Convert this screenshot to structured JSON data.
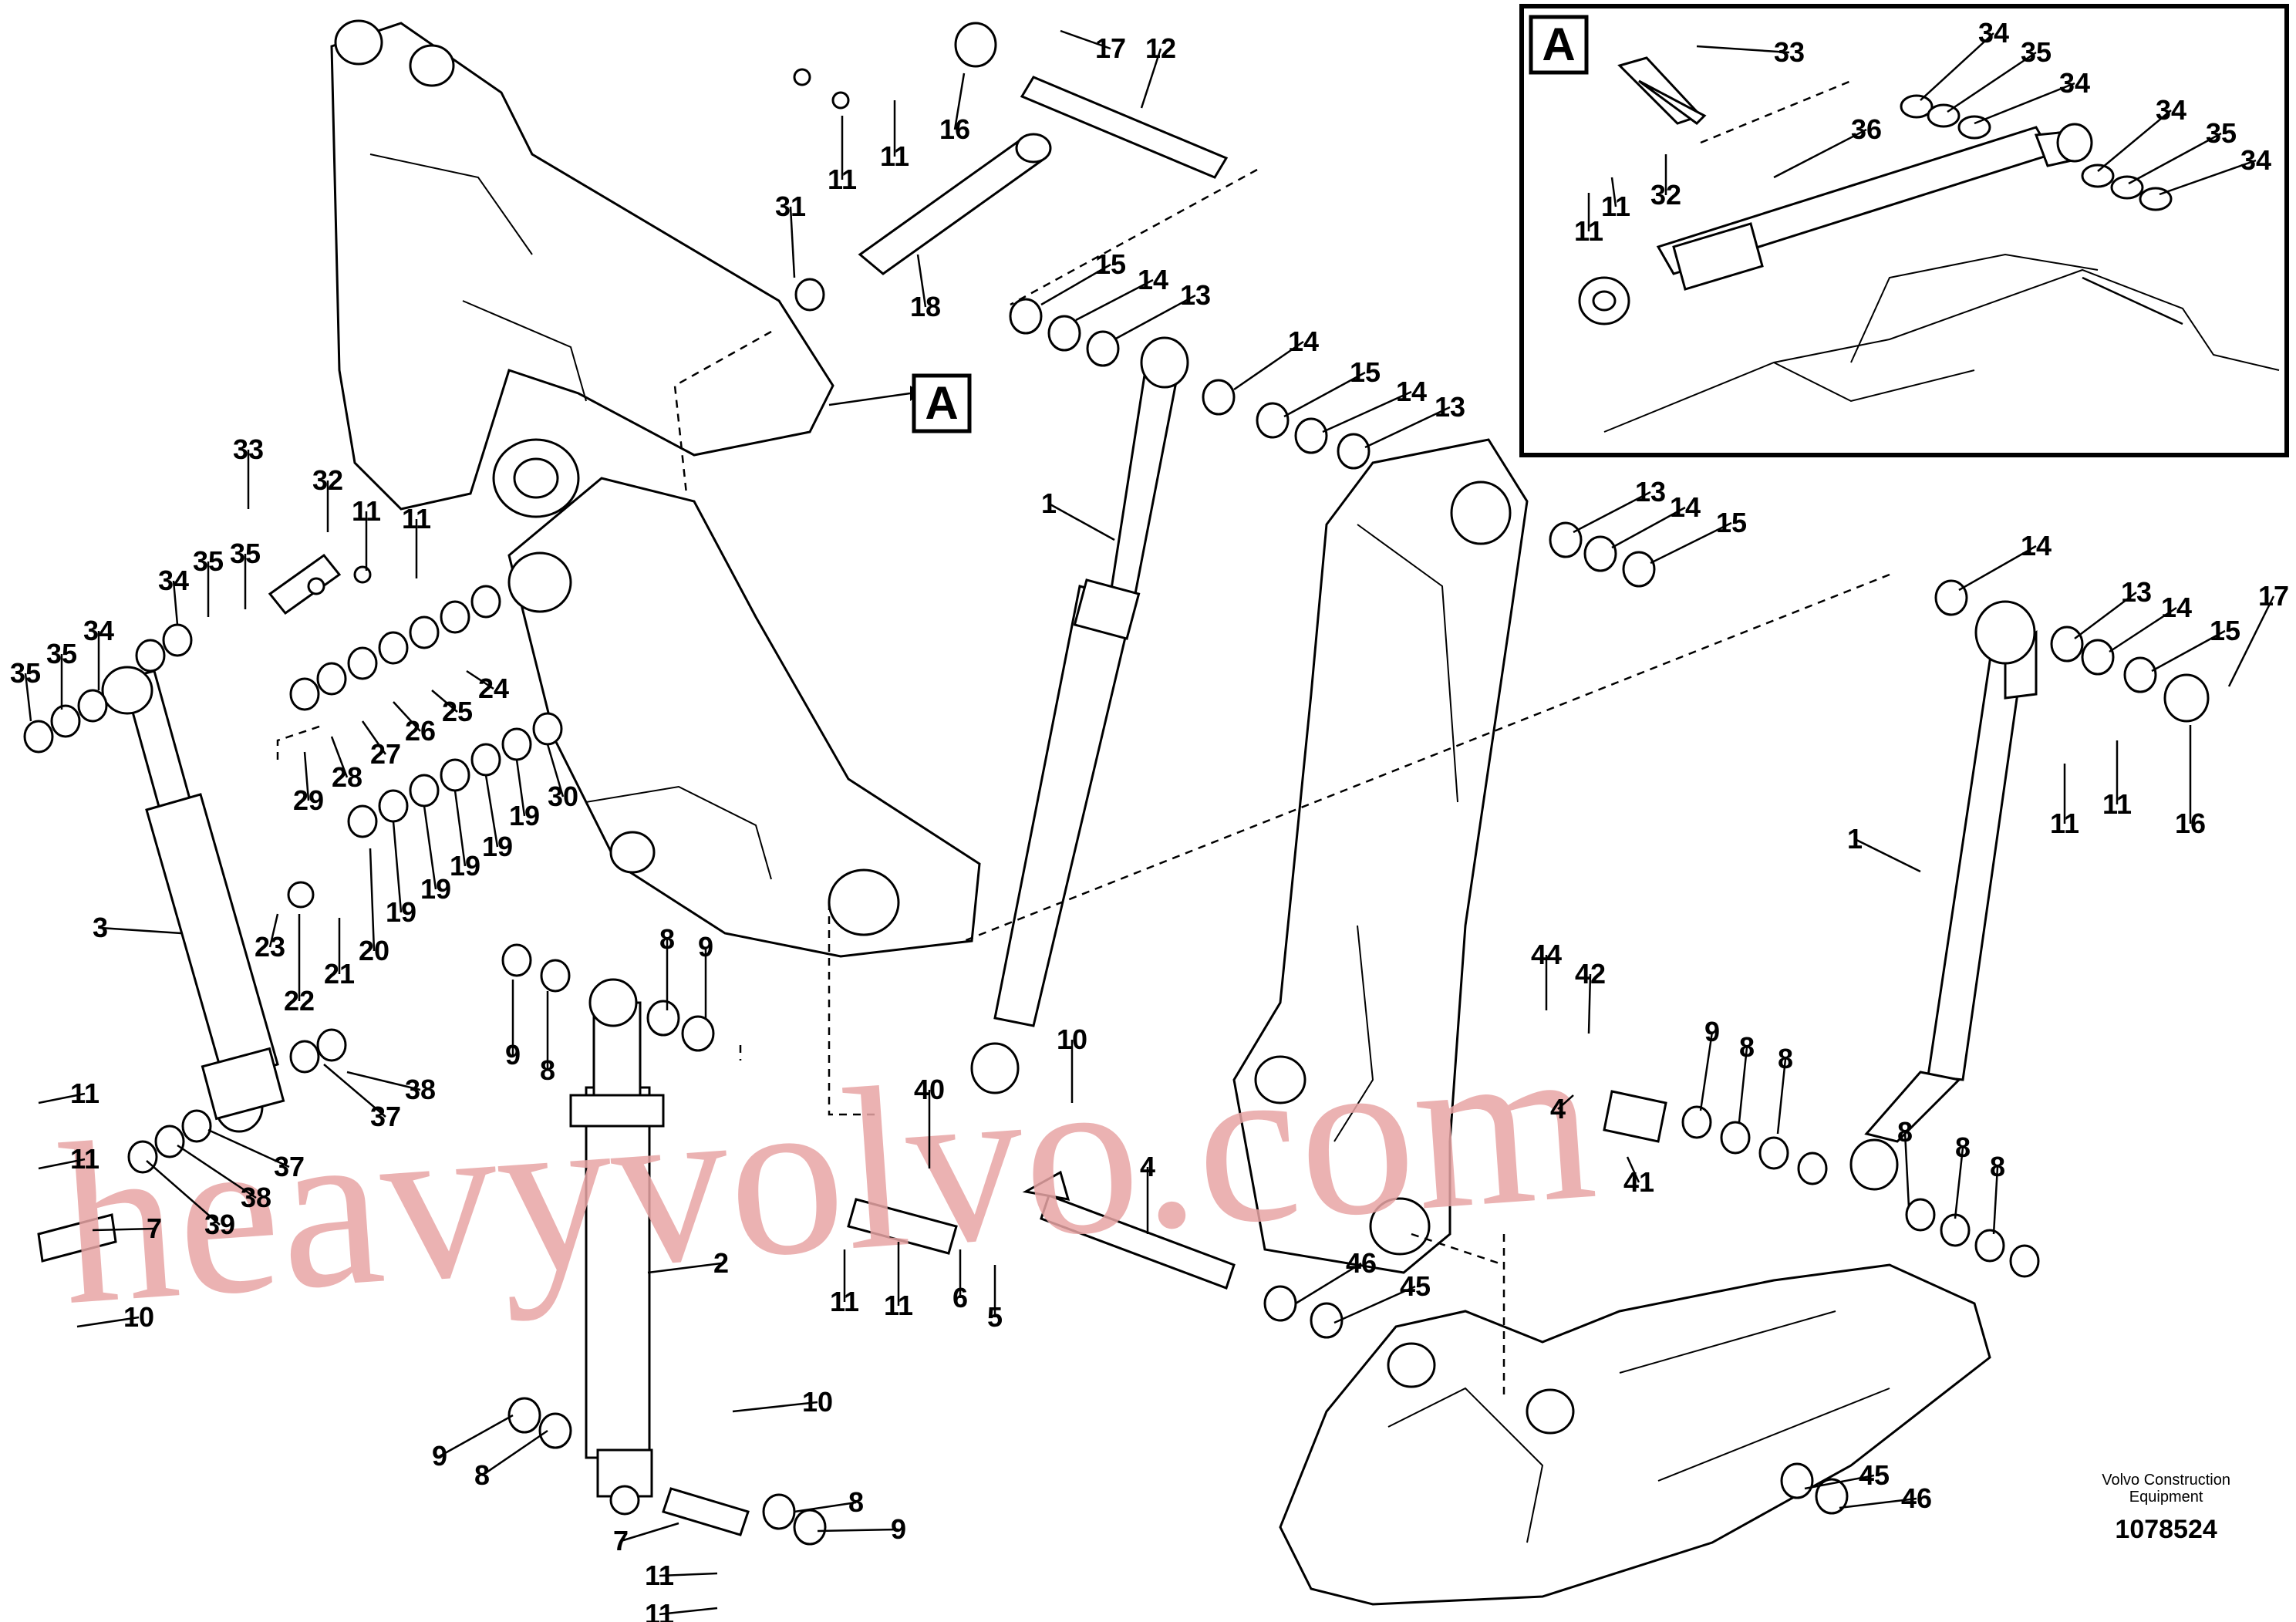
{
  "inset_letter": "A",
  "callout_letter": "A",
  "labels": [
    "1",
    "2",
    "3",
    "4",
    "5",
    "6",
    "7",
    "8",
    "9",
    "10",
    "11",
    "12",
    "13",
    "14",
    "15",
    "16",
    "17",
    "18",
    "19",
    "20",
    "21",
    "22",
    "23",
    "24",
    "25",
    "26",
    "27",
    "28",
    "29",
    "30",
    "31",
    "32",
    "33",
    "34",
    "35",
    "36",
    "37",
    "38",
    "39",
    "40",
    "41",
    "42",
    "44",
    "45",
    "46"
  ],
  "brand": {
    "line1": "Volvo Construction",
    "line2": "Equipment",
    "doc_number": "1078524"
  },
  "watermark": "heavyvolvo.com",
  "colors": {
    "ink": "#000000",
    "watermark": "#e8a5a5",
    "background": "#ffffff"
  }
}
